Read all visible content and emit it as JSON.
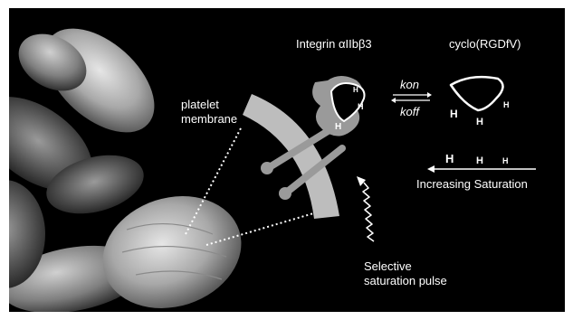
{
  "labels": {
    "integrin": "Integrin αIIbβ3",
    "ligand": "cyclo(RGDfV)",
    "kon": "kon",
    "koff": "koff",
    "membrane_line1": "platelet",
    "membrane_line2": "membrane",
    "saturation": "Increasing Saturation",
    "pulse_line1": "Selective",
    "pulse_line2": "saturation pulse",
    "h": "H"
  },
  "colors": {
    "background": "#000000",
    "foreground": "#ffffff",
    "membrane": "#bdbdbd",
    "integrin": "#9a9a9a",
    "platelet": "#b8b8b8"
  }
}
